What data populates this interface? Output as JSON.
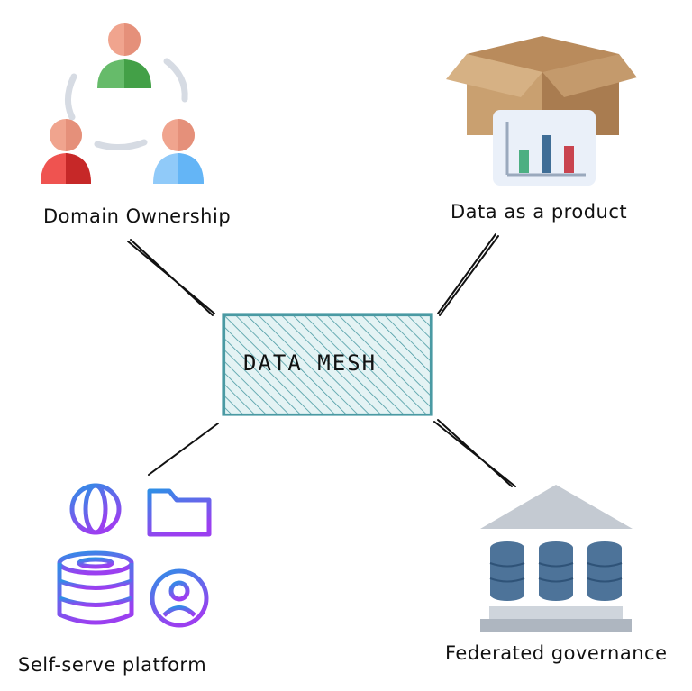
{
  "center": {
    "label": "DATA MESH"
  },
  "pillars": {
    "domain_ownership": {
      "label": "Domain Ownership",
      "icon": "people-team-icon"
    },
    "data_as_product": {
      "label": "Data as a product",
      "icon": "box-chart-icon"
    },
    "self_serve": {
      "label": "Self-serve platform",
      "icon": "network-database-user-icon"
    },
    "federated": {
      "label": "Federated governance",
      "icon": "bank-databases-icon"
    }
  },
  "colors": {
    "center_hatch": "#4a9aa3",
    "center_fill": "#d7eef0",
    "box_brown": "#c19a6b",
    "db_blue": "#4d7399",
    "governance_gray": "#c4cad2",
    "gradient_start": "#2f8ee6",
    "gradient_end": "#9b3ff0"
  }
}
